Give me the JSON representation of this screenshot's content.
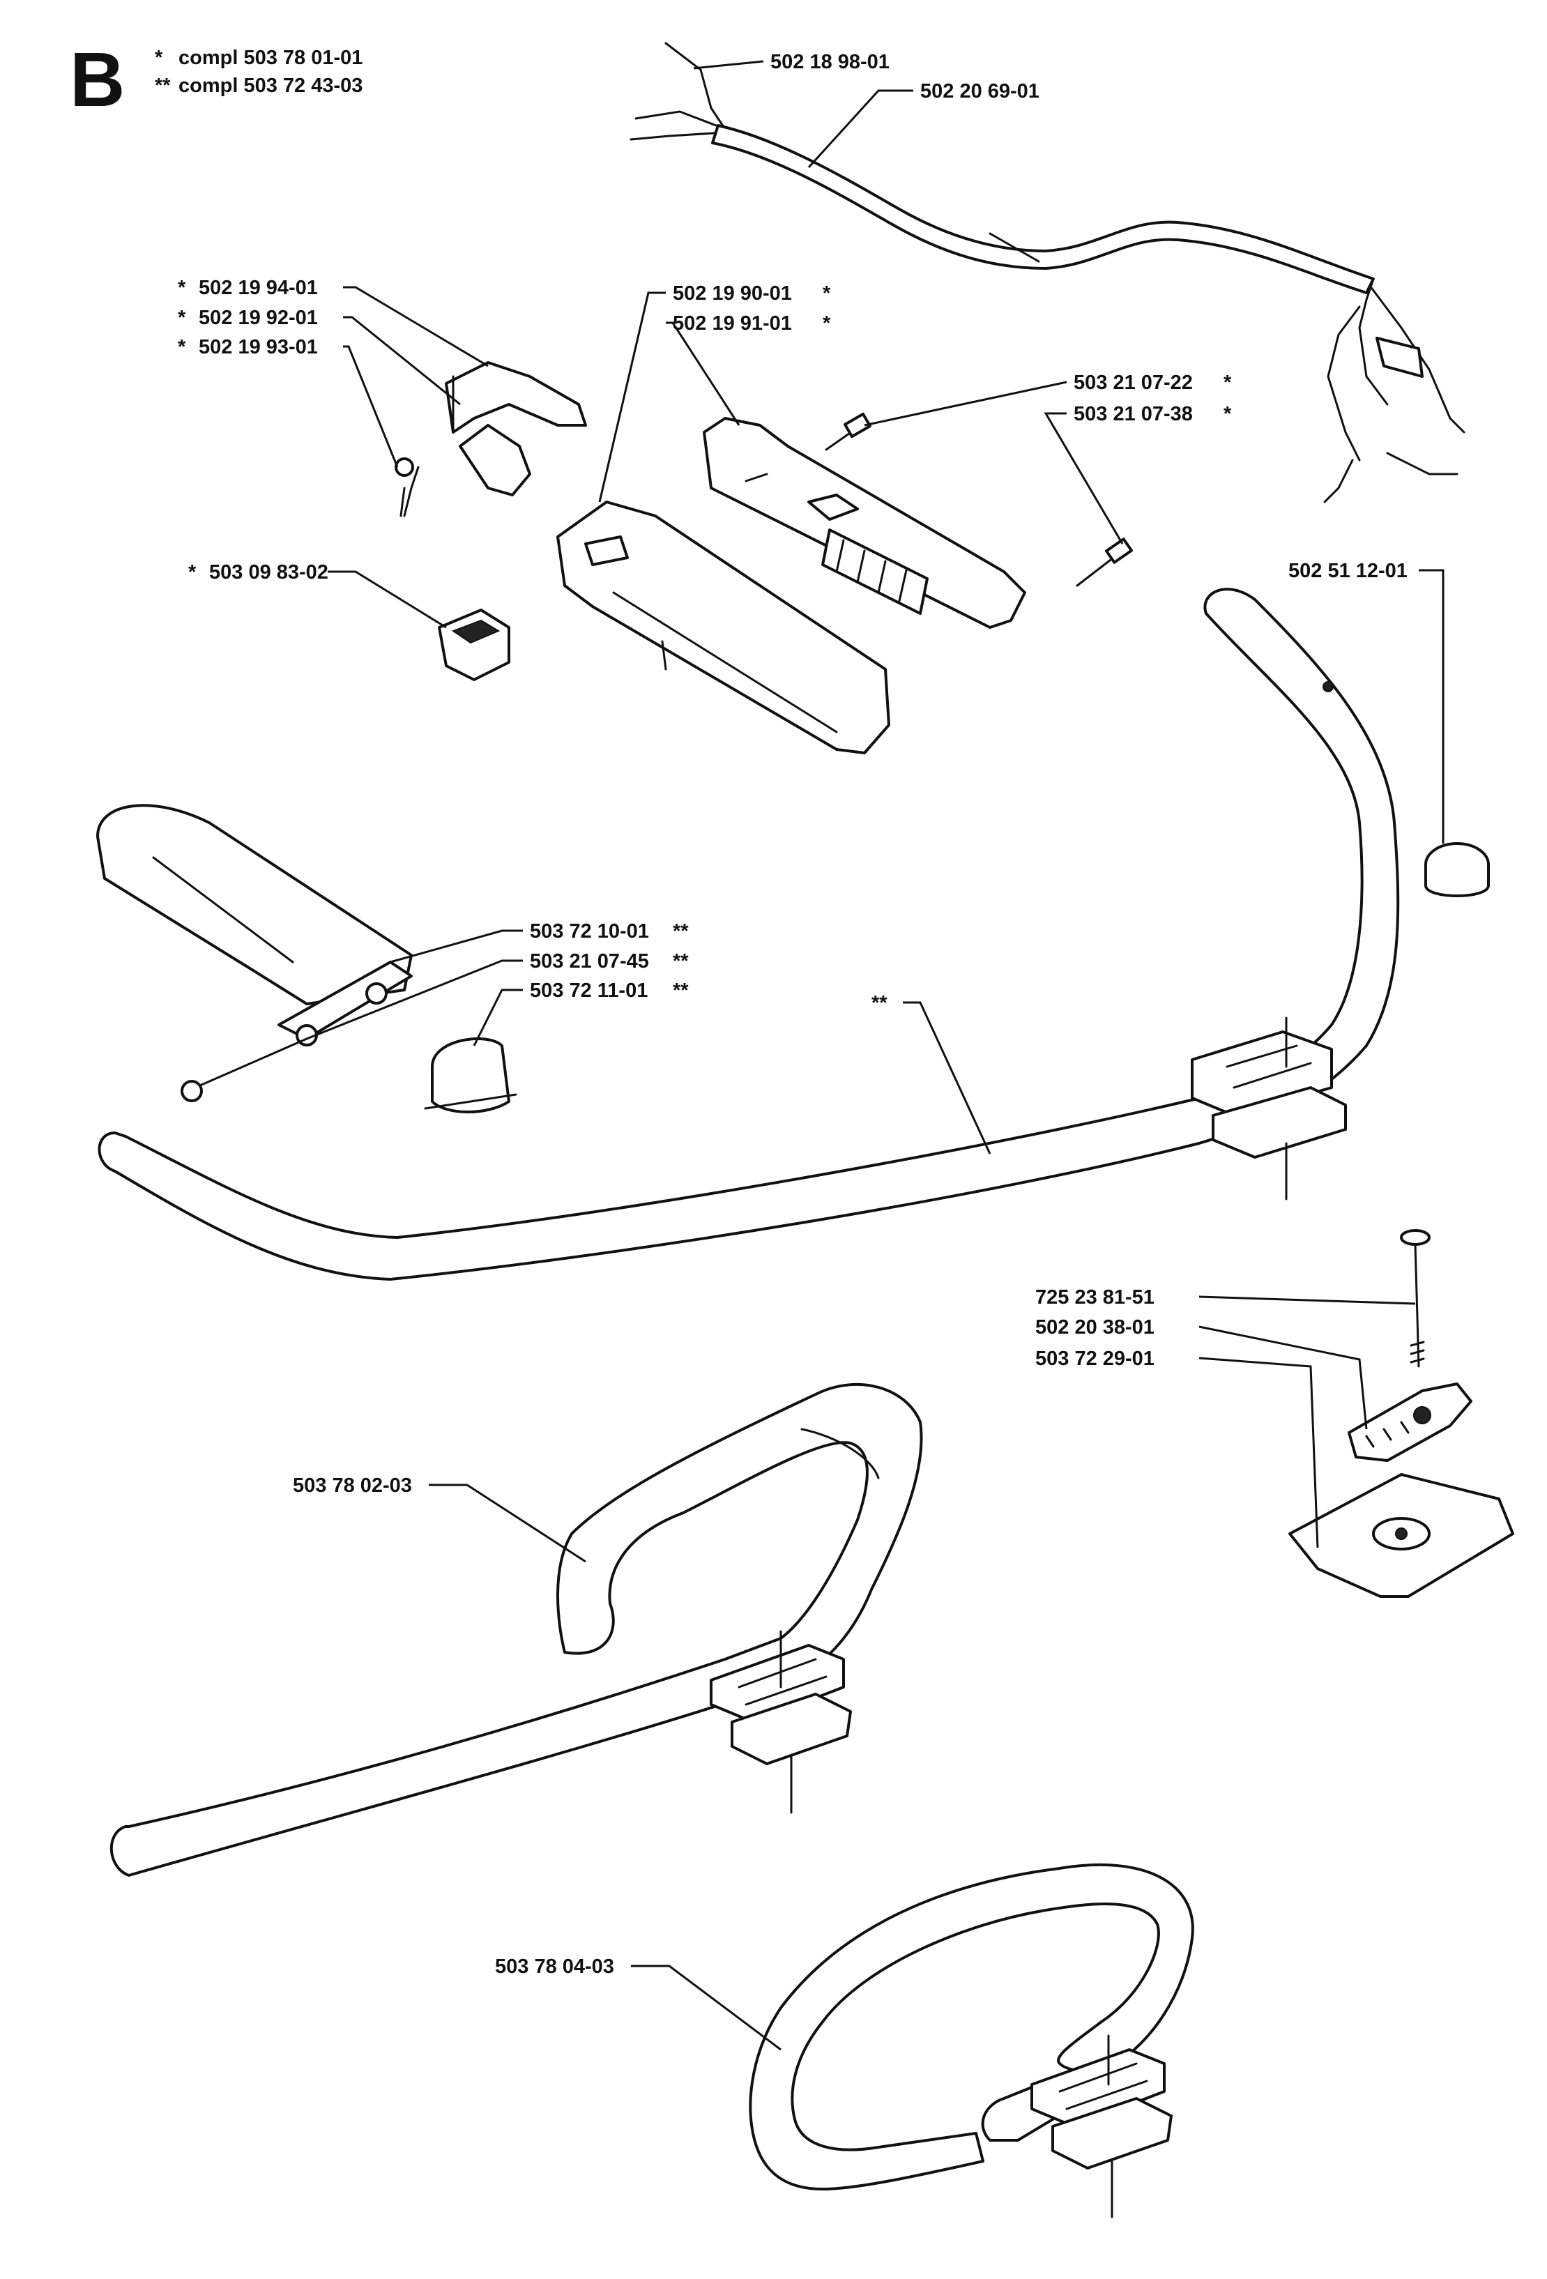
{
  "section_letter": "B",
  "legend": [
    {
      "mark": "*",
      "text": "compl 503 78 01-01"
    },
    {
      "mark": "**",
      "text": "compl 503 72 43-03"
    }
  ],
  "callouts": {
    "c_5021898": "502 18 98-01",
    "c_5022069": "502 20 69-01",
    "c_5021994": "502 19 94-01",
    "c_5021992": "502 19 92-01",
    "c_5021993": "502 19 93-01",
    "c_5021990": "502 19 90-01",
    "c_5021991": "502 19 91-01",
    "c_5032122": "503 21 07-22",
    "c_5032138": "503 21 07-38",
    "c_5030983": "503 09 83-02",
    "c_5025112": "502 51 12-01",
    "c_5037210": "503 72 10-01",
    "c_5032145": "503 21 07-45",
    "c_5037211": "503 72 11-01",
    "c_7252381": "725 23 81-51",
    "c_5022038": "502 20 38-01",
    "c_5037229": "503 72 29-01",
    "c_5037802": "503 78 02-03",
    "c_5037804": "503 78 04-03"
  },
  "marks": {
    "single": "*",
    "double": "**"
  }
}
